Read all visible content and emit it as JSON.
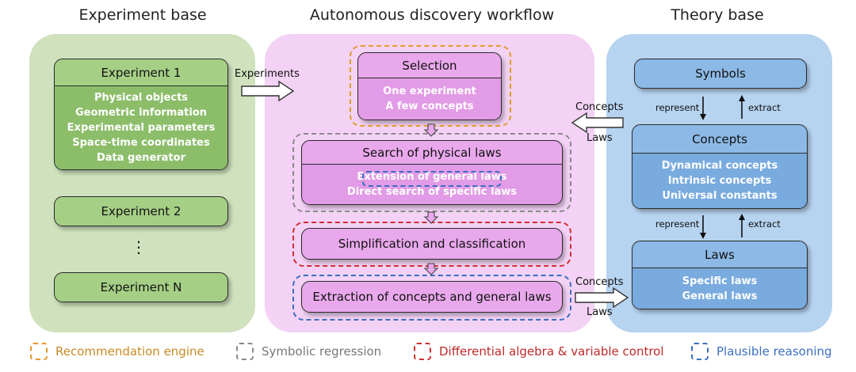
{
  "titles": {
    "experiment_base": "Experiment base",
    "workflow": "Autonomous discovery workflow",
    "theory_base": "Theory base"
  },
  "experiment_base": {
    "experiment1": {
      "title": "Experiment 1",
      "items": [
        "Physical objects",
        "Geometric information",
        "Experimental parameters",
        "Space-time coordinates",
        "Data generator"
      ]
    },
    "experiment2": "Experiment 2",
    "ellipsis": "⋮",
    "experimentN": "Experiment N"
  },
  "workflow": {
    "selection": {
      "title": "Selection",
      "items": [
        "One experiment",
        "A few concepts"
      ]
    },
    "search": {
      "title": "Search of physical laws",
      "items": [
        "Extension of general laws",
        "Direct search of specific laws"
      ]
    },
    "simplification": "Simplification and classification",
    "extraction": "Extraction of concepts and general laws"
  },
  "theory_base": {
    "symbols": "Symbols",
    "concepts": {
      "title": "Concepts",
      "items": [
        "Dynamical concepts",
        "Intrinsic concepts",
        "Universal constants"
      ]
    },
    "laws": {
      "title": "Laws",
      "items": [
        "Specific laws",
        "General laws"
      ]
    },
    "represent": "represent",
    "extract": "extract"
  },
  "arrows": {
    "experiments": "Experiments",
    "concepts": "Concepts",
    "laws": "Laws"
  },
  "legend": [
    {
      "label": "Recommendation engine",
      "color": "#e39a2d"
    },
    {
      "label": "Symbolic regression",
      "color": "#8a8a8a"
    },
    {
      "label": "Differential algebra & variable control",
      "color": "#d03030"
    },
    {
      "label": "Plausible reasoning",
      "color": "#3a6fc0"
    }
  ],
  "colors": {
    "green_panel": "#cfe2bd",
    "pink_panel": "#f3d2f5",
    "blue_panel": "#b6d3f0"
  }
}
